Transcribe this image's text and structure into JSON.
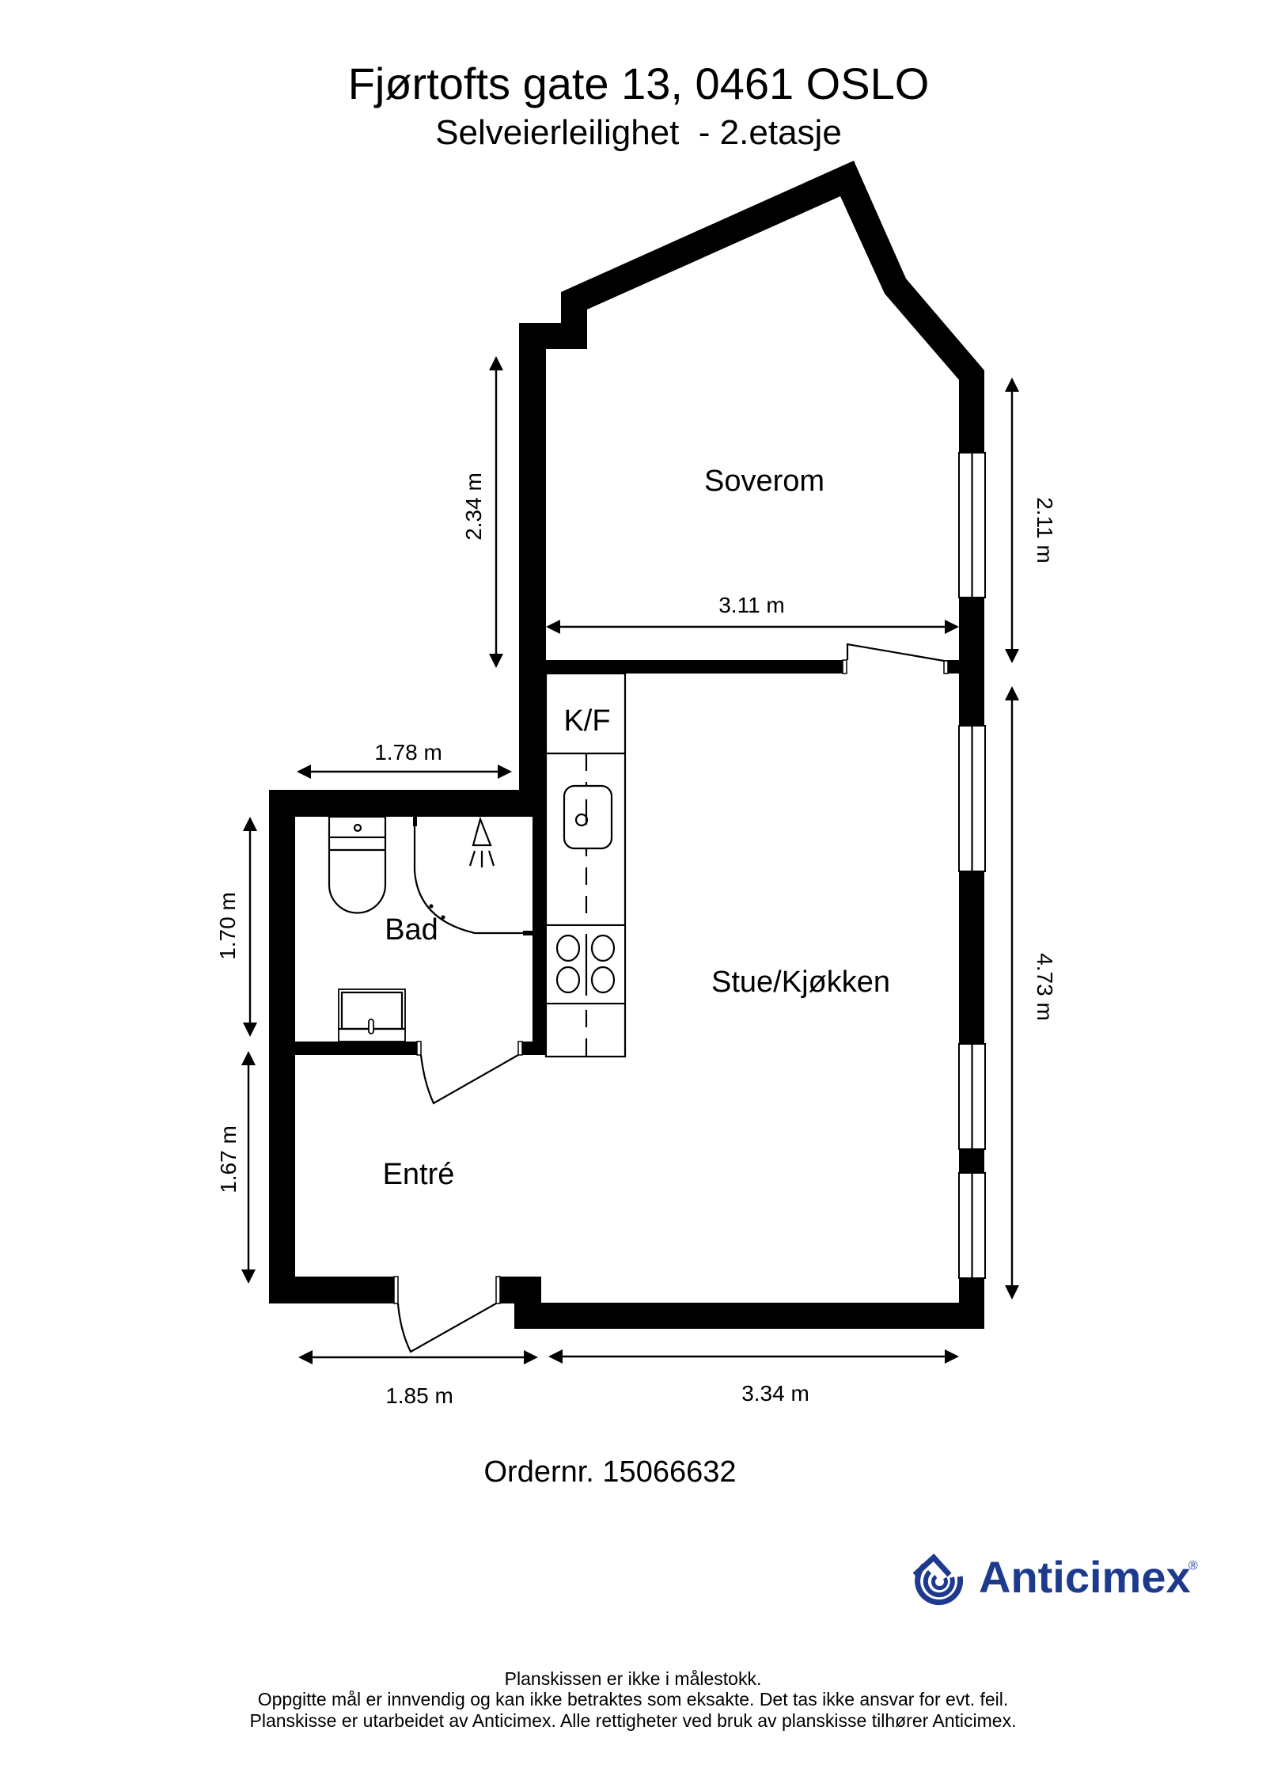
{
  "header": {
    "title": "Fjørtofts gate 13, 0461 OSLO",
    "subtitle": "Selveierleilighet  - 2.etasje"
  },
  "rooms": {
    "soverom": "Soverom",
    "stue_kjokken": "Stue/Kjøkken",
    "kf": "K/F",
    "bad": "Bad",
    "entre": "Entré"
  },
  "dimensions": {
    "soverom_height": "2.34 m",
    "soverom_width": "3.11 m",
    "soverom_right": "2.11 m",
    "bad_width": "1.78 m",
    "bad_height": "1.70 m",
    "entre_height": "1.67 m",
    "stue_right": "4.73 m",
    "entre_bottom": "1.85 m",
    "stue_bottom": "3.34 m"
  },
  "order": {
    "label": "Ordernr. 15066632"
  },
  "logo": {
    "name": "Anticimex",
    "mark": "®",
    "color": "#1d3a8e",
    "icon": "anticimex-swirl-icon"
  },
  "footer": {
    "line1": "Planskissen er ikke i målestokk.",
    "line2": "Oppgitte mål er innvendig og kan ikke betraktes som eksakte. Det tas ikke ansvar for evt. feil.",
    "line3": "Planskisse er utarbeidet av Anticimex. Alle rettigheter ved bruk av planskisse tilhører Anticimex."
  },
  "colors": {
    "wall": "#000000",
    "background": "#ffffff",
    "brand": "#1d3a8e"
  }
}
